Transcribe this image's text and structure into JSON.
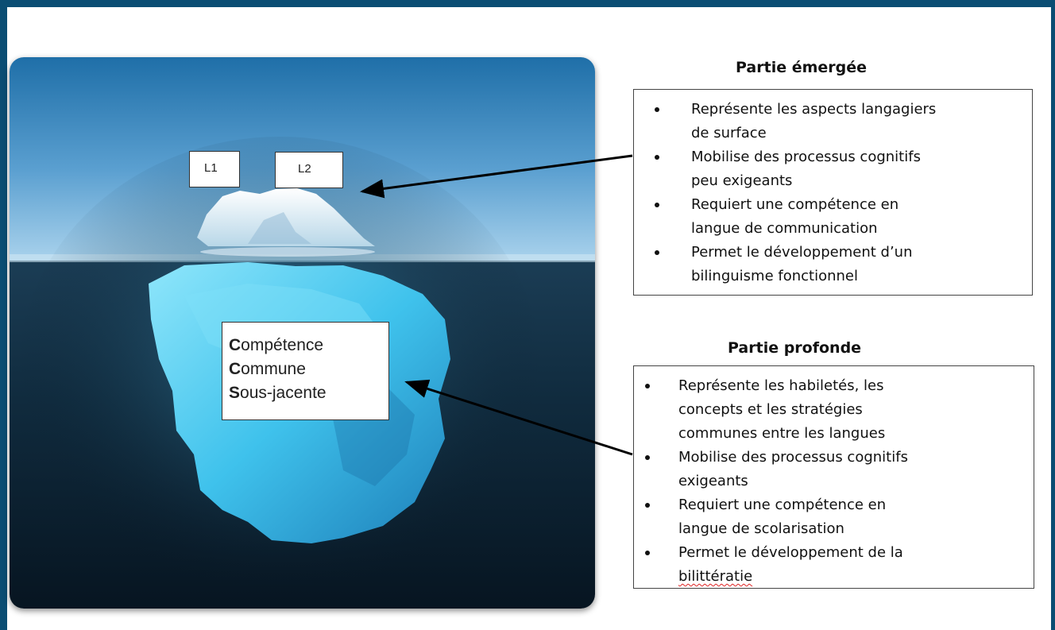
{
  "iceberg": {
    "labels": {
      "l1": "L1",
      "l2": "L2"
    },
    "ccs": [
      {
        "initial": "C",
        "rest": "ompétence"
      },
      {
        "initial": "C",
        "rest": "ommune"
      },
      {
        "initial": "S",
        "rest": "ous-jacente"
      }
    ]
  },
  "emergee": {
    "title": "Partie émergée",
    "items": [
      {
        "l1": "Représente les aspects langagiers",
        "l2": "de surface"
      },
      {
        "l1": "Mobilise des processus cognitifs",
        "l2": "peu exigeants"
      },
      {
        "l1": "Requiert une compétence en",
        "l2": "langue de communication"
      },
      {
        "l1": "Permet le développement d’un",
        "l2": "bilinguisme fonctionnel"
      }
    ]
  },
  "profonde": {
    "title": "Partie profonde",
    "items": [
      {
        "l1": "Représente les habiletés, les",
        "l2": "concepts et les stratégies",
        "l3": "communes entre les langues"
      },
      {
        "l1": "Mobilise des processus cognitifs",
        "l2": "exigeants"
      },
      {
        "l1": "Requiert une compétence en",
        "l2": "langue de scolarisation"
      },
      {
        "l1": "Permet le développement de la",
        "l2": "bilittératie"
      }
    ]
  },
  "colors": {
    "frame": "#0b4d73",
    "sky_top": "#1f6fa8",
    "deep_water": "#0a1c2a",
    "ice": "#5fd3f0"
  }
}
